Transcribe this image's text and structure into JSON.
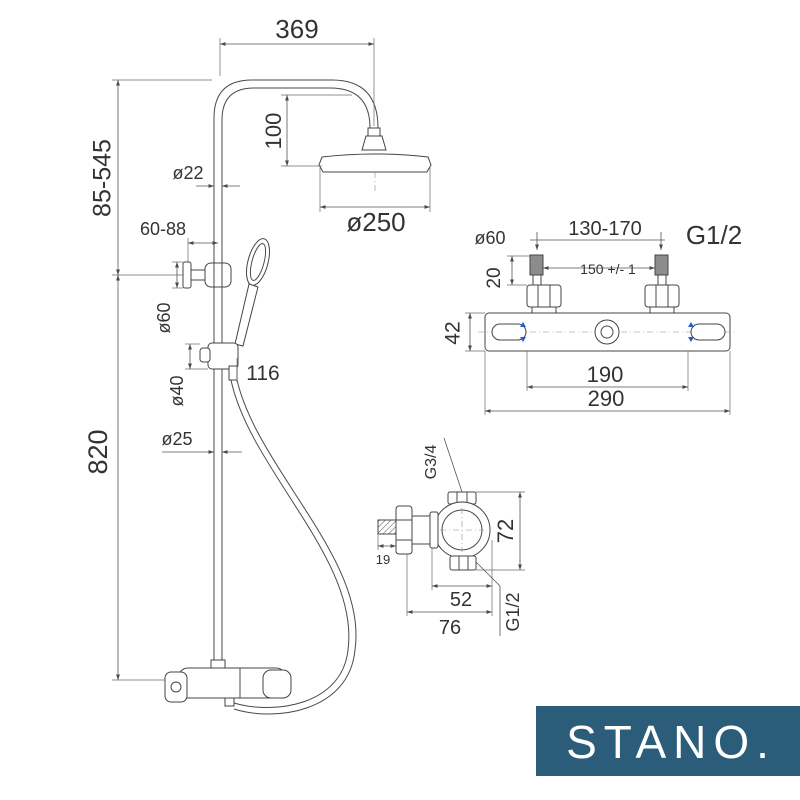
{
  "shower_column_view": {
    "arm_reach": "369",
    "head_drop": "100",
    "upper_pipe_diameter": "ø22",
    "head_diameter": "ø250",
    "height_adjustment": "85-545",
    "bracket_offset": "60-88",
    "bracket_diameter": "ø60",
    "holder_diameter": "ø40",
    "holder_offset": "116",
    "lower_pipe_diameter": "ø25",
    "bracket_height": "820"
  },
  "mixer_front_view": {
    "inlet_diameter": "ø60",
    "inlet_spacing_range": "130-170",
    "inlet_thread": "G1/2",
    "inlet_height": "20",
    "inlet_spacing": "150 +/- 1",
    "body_height": "42",
    "inner_width": "190",
    "overall_width": "290"
  },
  "mixer_side_view": {
    "top_thread": "G3/4",
    "height": "72",
    "stub_length": "19",
    "body_depth": "52",
    "overall_depth": "76",
    "bottom_thread": "G1/2"
  },
  "colors": {
    "flow_arrow": "#2a5bd7",
    "inlet_fill": "#8c8c8c"
  },
  "brand": {
    "logo_text": "STANO.",
    "background_color": "#2b5c7a",
    "text_color": "#ffffff"
  }
}
